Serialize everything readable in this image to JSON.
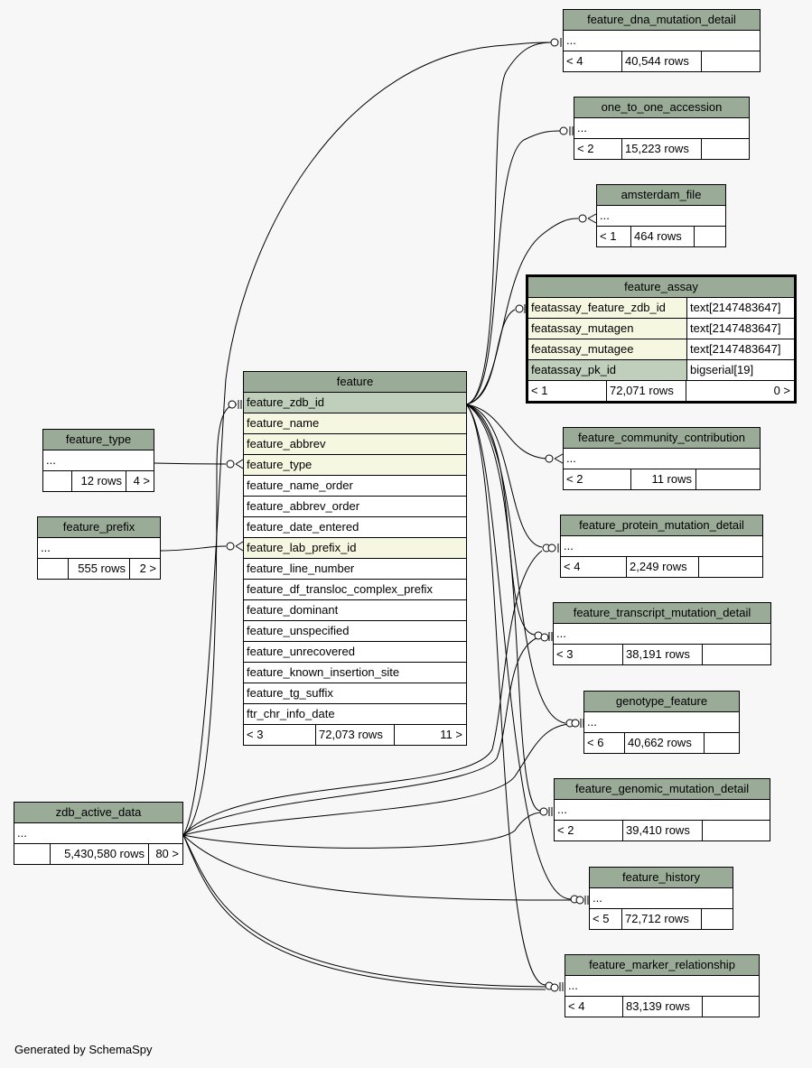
{
  "footer": "Generated by SchemaSpy",
  "tables": {
    "feature": {
      "title": "feature",
      "columns": [
        "feature_zdb_id",
        "feature_name",
        "feature_abbrev",
        "feature_type",
        "feature_name_order",
        "feature_abbrev_order",
        "feature_date_entered",
        "feature_lab_prefix_id",
        "feature_line_number",
        "feature_df_transloc_complex_prefix",
        "feature_dominant",
        "feature_unspecified",
        "feature_unrecovered",
        "feature_known_insertion_site",
        "feature_tg_suffix",
        "ftr_chr_info_date"
      ],
      "parents": "< 3",
      "rows": "72,073 rows",
      "children": "11 >"
    },
    "feature_assay": {
      "title": "feature_assay",
      "columns": [
        {
          "name": "featassay_feature_zdb_id",
          "type": "text[2147483647]"
        },
        {
          "name": "featassay_mutagen",
          "type": "text[2147483647]"
        },
        {
          "name": "featassay_mutagee",
          "type": "text[2147483647]"
        },
        {
          "name": "featassay_pk_id",
          "type": "bigserial[19]"
        }
      ],
      "parents": "< 1",
      "rows": "72,071 rows",
      "children": "0 >"
    },
    "feature_type": {
      "title": "feature_type",
      "ellipsis": "...",
      "parents": "",
      "rows": "12 rows",
      "children": "4 >"
    },
    "feature_prefix": {
      "title": "feature_prefix",
      "ellipsis": "...",
      "parents": "",
      "rows": "555 rows",
      "children": "2 >"
    },
    "zdb_active_data": {
      "title": "zdb_active_data",
      "ellipsis": "...",
      "parents": "",
      "rows": "5,430,580 rows",
      "children": "80 >"
    },
    "feature_dna_mutation_detail": {
      "title": "feature_dna_mutation_detail",
      "ellipsis": "...",
      "parents": "< 4",
      "rows": "40,544 rows",
      "children": ""
    },
    "one_to_one_accession": {
      "title": "one_to_one_accession",
      "ellipsis": "...",
      "parents": "< 2",
      "rows": "15,223 rows",
      "children": ""
    },
    "amsterdam_file": {
      "title": "amsterdam_file",
      "ellipsis": "...",
      "parents": "< 1",
      "rows": "464 rows",
      "children": ""
    },
    "feature_community_contribution": {
      "title": "feature_community_contribution",
      "ellipsis": "...",
      "parents": "< 2",
      "rows": "11 rows",
      "children": ""
    },
    "feature_protein_mutation_detail": {
      "title": "feature_protein_mutation_detail",
      "ellipsis": "...",
      "parents": "< 4",
      "rows": "2,249 rows",
      "children": ""
    },
    "feature_transcript_mutation_detail": {
      "title": "feature_transcript_mutation_detail",
      "ellipsis": "...",
      "parents": "< 3",
      "rows": "38,191 rows",
      "children": ""
    },
    "genotype_feature": {
      "title": "genotype_feature",
      "ellipsis": "...",
      "parents": "< 6",
      "rows": "40,662 rows",
      "children": ""
    },
    "feature_genomic_mutation_detail": {
      "title": "feature_genomic_mutation_detail",
      "ellipsis": "...",
      "parents": "< 2",
      "rows": "39,410 rows",
      "children": ""
    },
    "feature_history": {
      "title": "feature_history",
      "ellipsis": "...",
      "parents": "< 5",
      "rows": "72,712 rows",
      "children": ""
    },
    "feature_marker_relationship": {
      "title": "feature_marker_relationship",
      "ellipsis": "...",
      "parents": "< 4",
      "rows": "83,139 rows",
      "children": ""
    }
  }
}
